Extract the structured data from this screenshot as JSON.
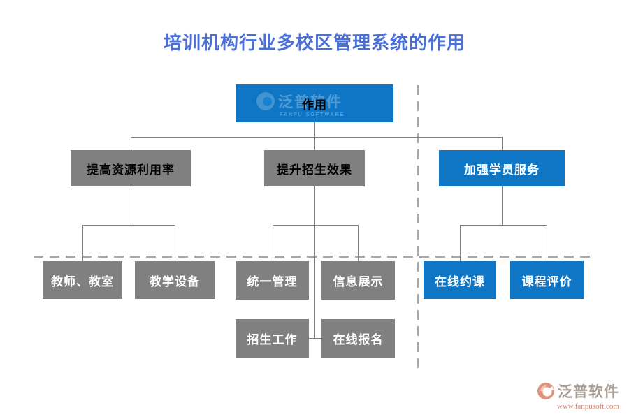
{
  "title": "培训机构行业多校区管理系统的作用",
  "nodes": {
    "root": "作用",
    "improve_resource": "提高资源利用率",
    "boost_enrollment": "提升招生效果",
    "enhance_service": "加强学员服务",
    "teacher_classroom": "教师、教室",
    "teaching_equipment": "教学设备",
    "unified_management": "统一管理",
    "info_display": "信息展示",
    "enrollment_work": "招生工作",
    "online_signup": "在线报名",
    "online_booking": "在线约课",
    "course_evaluation": "课程评价"
  },
  "watermark": {
    "brand": "泛普软件",
    "sub": "FANPU SOFTWARE"
  },
  "footer": {
    "brand": "泛普软件",
    "url": "www.fanpusoft.com"
  },
  "colors": {
    "box_blue": "#0e76c4",
    "box_gray": "#808080",
    "title_blue": "#4a70d8",
    "connector_gray": "#7f7f7f",
    "dash_gray": "#a8a8a8",
    "footer_brand": "#a79d94",
    "footer_url": "#d08a77"
  }
}
